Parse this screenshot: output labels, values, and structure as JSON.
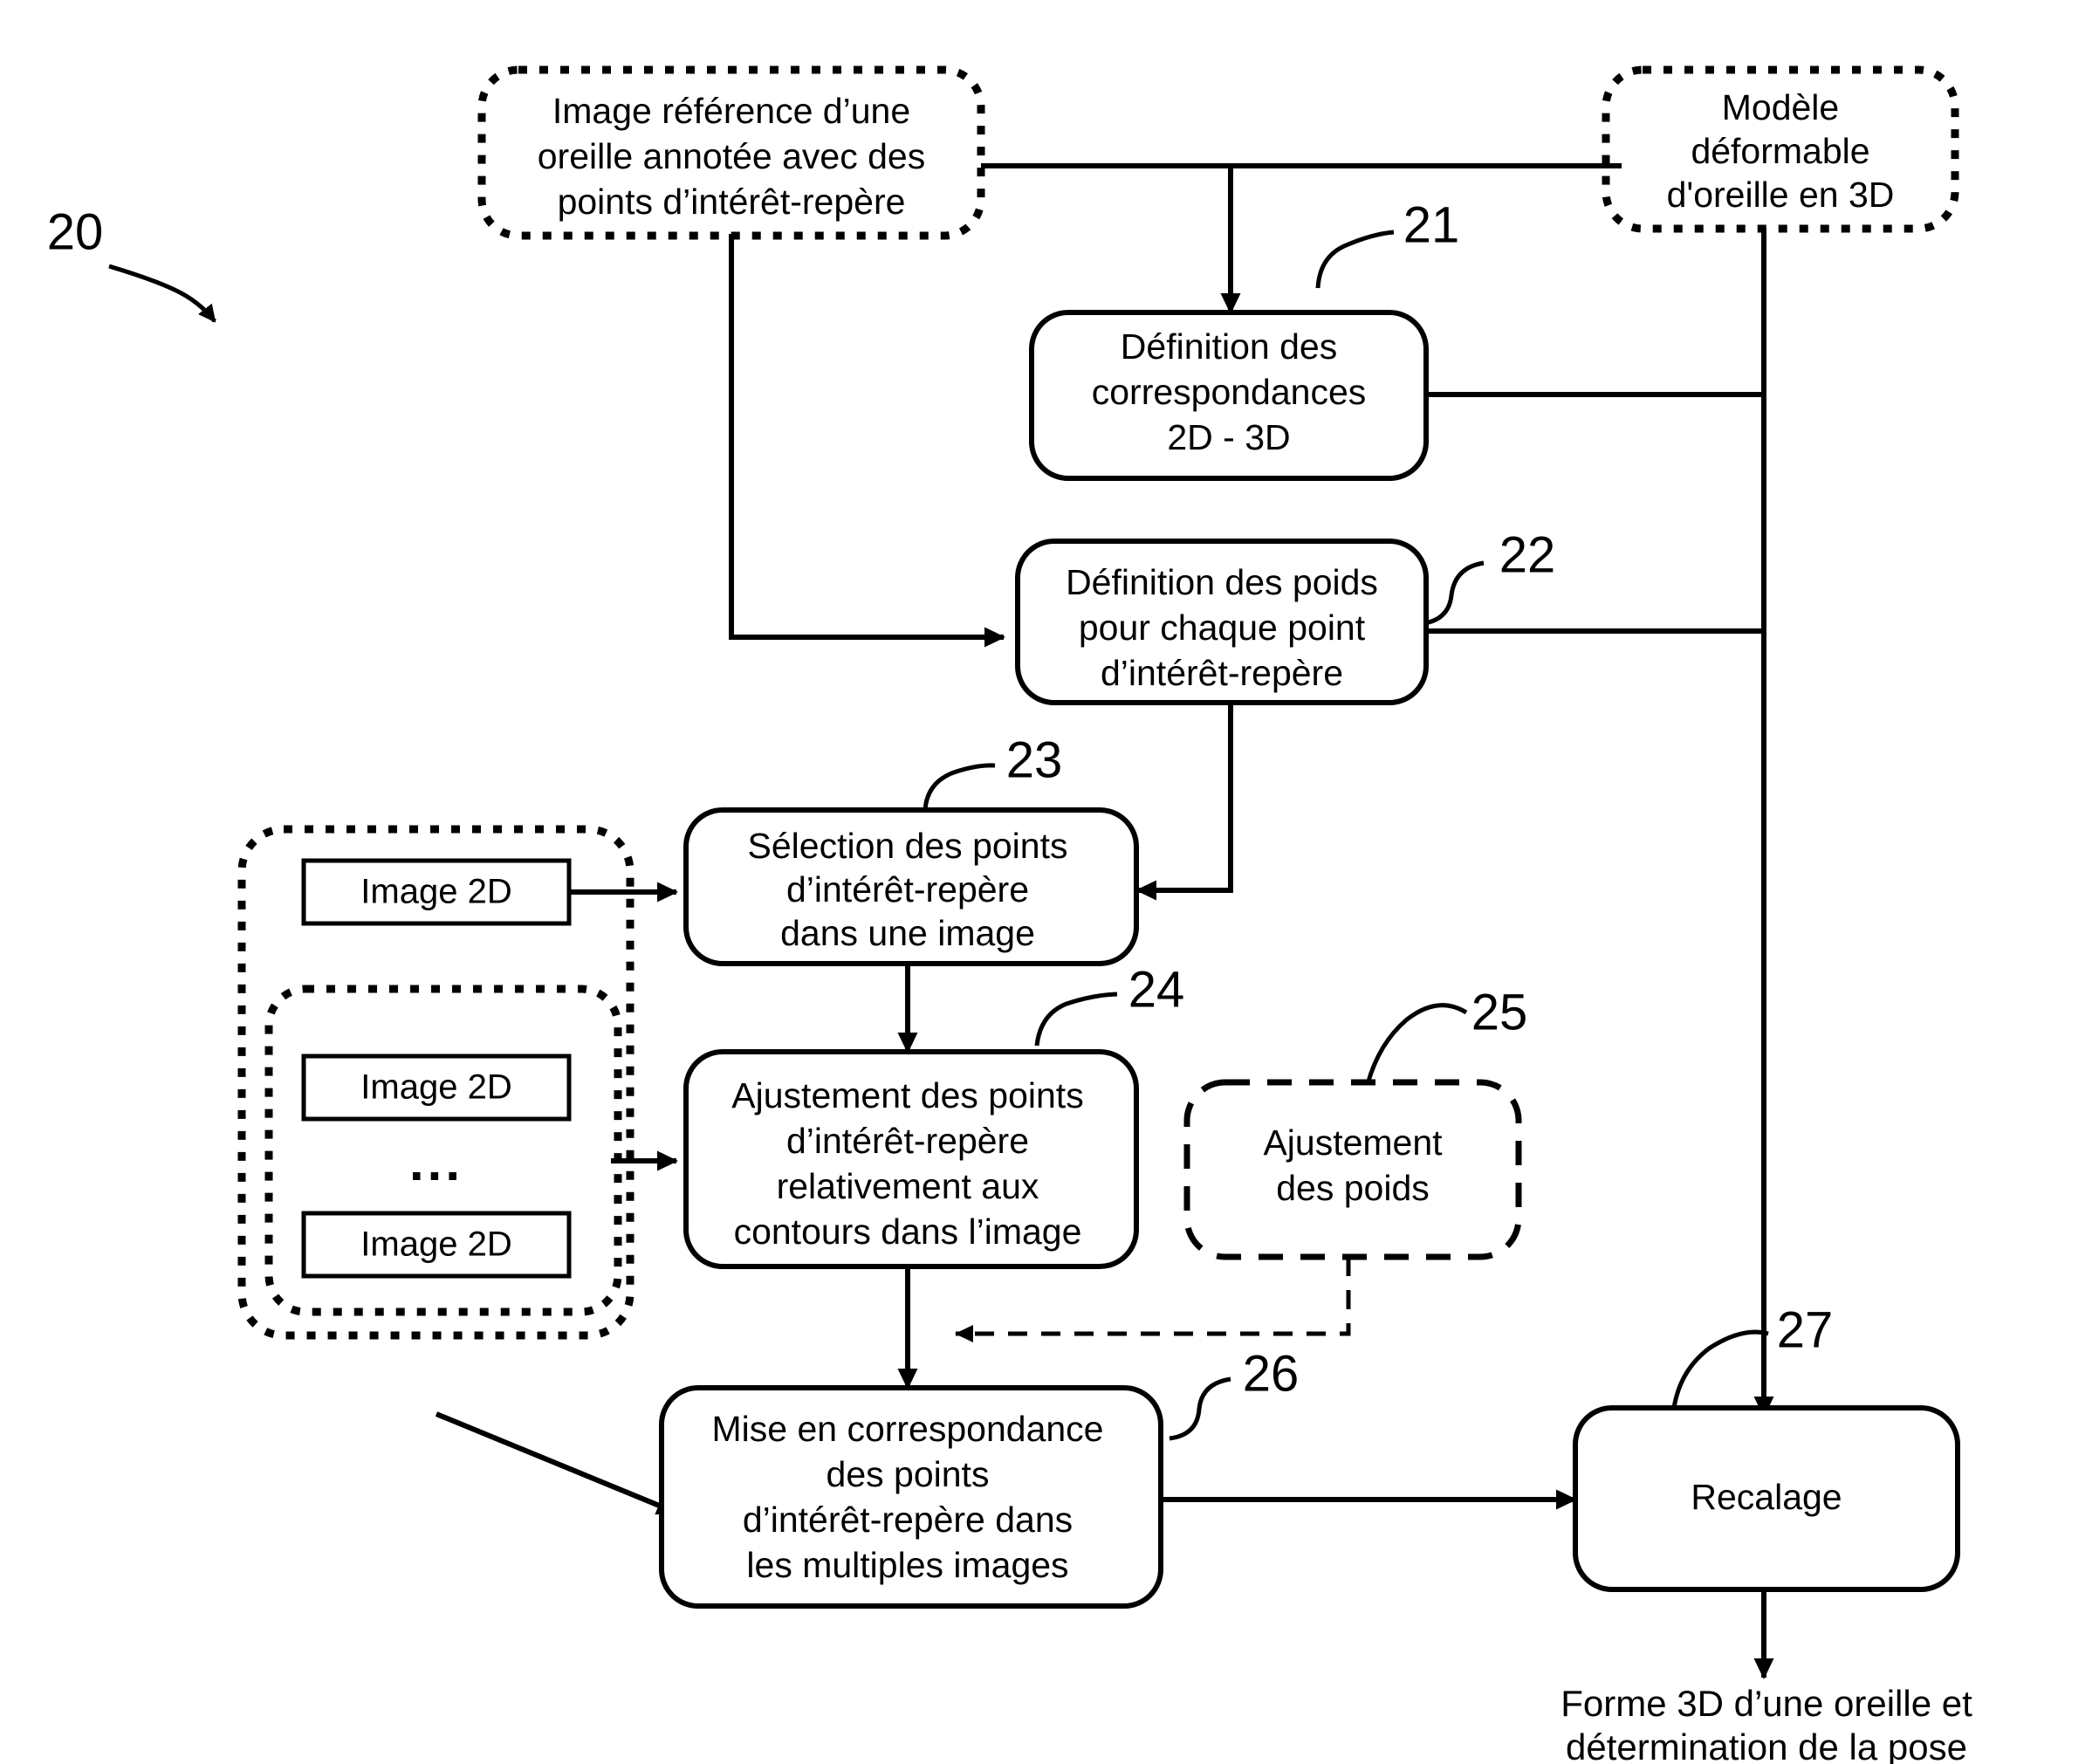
{
  "figure": {
    "reference_numeral": "20",
    "boxes": {
      "ref_image": {
        "id": "",
        "lines": [
          "Image référence d’une",
          "oreille annotée avec des",
          "points d’intérêt-repère"
        ],
        "style": "dotted"
      },
      "model_3d": {
        "id": "",
        "lines": [
          "Modèle",
          "déformable",
          "d'oreille en 3D"
        ],
        "style": "dotted"
      },
      "step21": {
        "id": "21",
        "lines": [
          "Définition des",
          "correspondances",
          "2D - 3D"
        ],
        "style": "solid"
      },
      "step22": {
        "id": "22",
        "lines": [
          "Définition des poids",
          "pour chaque point",
          "d’intérêt-repère"
        ],
        "style": "solid"
      },
      "step23": {
        "id": "23",
        "lines": [
          "Sélection des points",
          "d’intérêt-repère",
          "dans une image"
        ],
        "style": "solid"
      },
      "step24": {
        "id": "24",
        "lines": [
          "Ajustement des points",
          "d’intérêt-repère",
          "relativement aux",
          "contours dans l’image"
        ],
        "style": "solid"
      },
      "step25": {
        "id": "25",
        "lines": [
          "Ajustement",
          "des poids"
        ],
        "style": "dashed"
      },
      "step26": {
        "id": "26",
        "lines": [
          "Mise en correspondance",
          "des points",
          "d’intérêt-repère dans",
          "les multiples images"
        ],
        "style": "solid"
      },
      "step27": {
        "id": "27",
        "lines": [
          "Recalage"
        ],
        "style": "solid"
      }
    },
    "image_group": {
      "first_image_label": "Image 2D",
      "inner_images": [
        "Image 2D",
        "Image 2D"
      ],
      "ellipsis": "..."
    },
    "output": {
      "lines": [
        "Forme 3D d’une oreille et",
        "détermination de la pose"
      ]
    },
    "colors": {
      "ink": "#000000",
      "background": "#ffffff"
    }
  }
}
